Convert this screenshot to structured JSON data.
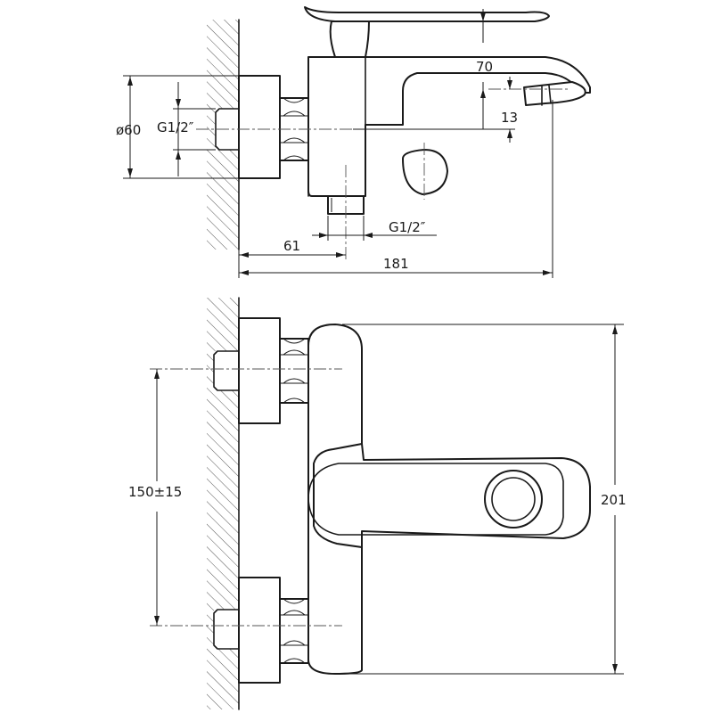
{
  "drawing": {
    "title": "",
    "side_view": {
      "dimensions": {
        "pipe_diameter": "ø60",
        "inlet_thread": "G1/2″",
        "outlet_thread": "G1/2″",
        "spout_offset": "70",
        "spout_drop": "13",
        "outlet_offset": "61",
        "total_projection": "181"
      }
    },
    "front_view": {
      "dimensions": {
        "inlet_spacing": "150±15",
        "total_height": "201"
      }
    }
  }
}
